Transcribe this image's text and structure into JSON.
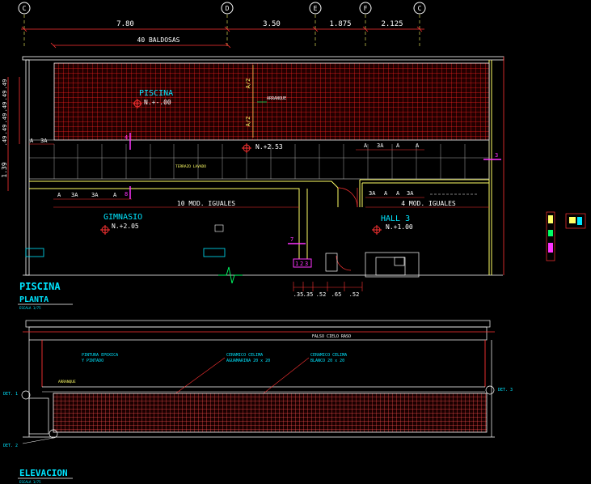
{
  "grid_axes": [
    "C",
    "D",
    "E",
    "F",
    "C"
  ],
  "dimensions_top": [
    "7.80",
    "3.50",
    "1.875",
    "2.125"
  ],
  "baldosas": "40 BALDOSAS",
  "left_dims": [
    ".49",
    ".49",
    ".49",
    ".49",
    ".49",
    ".49"
  ],
  "left_dim_bottom": "1.39",
  "pool": {
    "label": "PISCINA",
    "level": "N.+-.00",
    "arranque": "ARRANQUE",
    "a2": "A/2"
  },
  "terrace": {
    "label": "TERRAZO LAVADO",
    "level": "N.+2.53"
  },
  "gym": {
    "label": "GIMNASIO",
    "level": "N.+2.05",
    "modules": "10 MOD. IGUALES"
  },
  "hall": {
    "label": "HALL 3",
    "level": "N.+1.00",
    "modules": "4 MOD. IGUALES"
  },
  "module_labels": [
    "A",
    "3A",
    "A",
    "3A",
    "A",
    "A",
    "3A",
    "A"
  ],
  "hall_module_labels": [
    "3A",
    "A",
    "A",
    "3A"
  ],
  "gym_module_labels": [
    "A",
    "3A",
    "3A",
    "A"
  ],
  "markers": [
    "4",
    "8",
    "3",
    "7",
    "1",
    "2",
    "3"
  ],
  "bottom_dims": [
    ".35",
    ".35",
    ".52",
    ".65",
    ".52"
  ],
  "plan_title": {
    "name": "PISCINA",
    "sub": "PLANTA",
    "scale": "ESCALA 1/75"
  },
  "elevation": {
    "falso": "FALSO CIELO RASO",
    "pintura": [
      "PINTURA EPOXICA",
      "Y PINTADO"
    ],
    "ceramico1": [
      "CERAMICO CELIMA",
      "AGUAMARINA 20 x 20"
    ],
    "ceramico2": [
      "CERAMICO CELIMA",
      "BLANCO 20 x 20"
    ],
    "arranque": "ARRANQUE",
    "det1": "DET. 1",
    "det2": "DET. 2",
    "det3": "DET. 3"
  },
  "elev_title": {
    "name": "ELEVACION",
    "scale": "ESCALA 1/75"
  }
}
